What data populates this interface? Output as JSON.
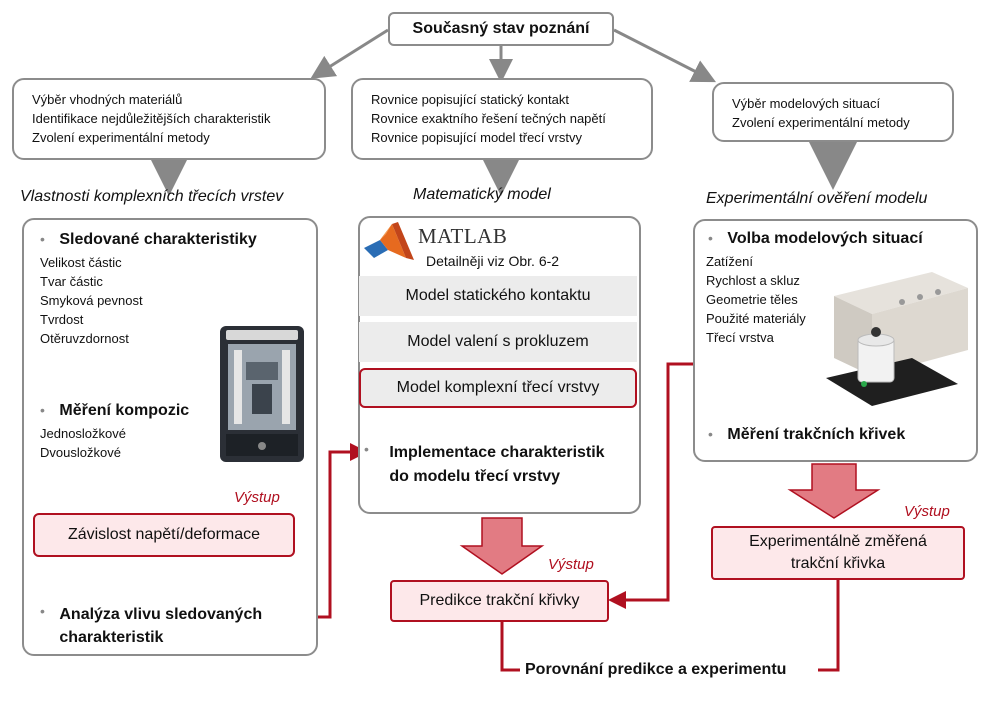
{
  "top": {
    "title": "Současný stav poznání"
  },
  "col1": {
    "topbox": [
      "Výběr vhodných materiálů",
      "Identifikace nejdůležitějších charakteristik",
      "Zvolení experimentální metody"
    ],
    "heading": "Vlastnosti komplexních třecích vrstev",
    "section1_title": "Sledované charakteristiky",
    "section1_items": [
      "Velikost částic",
      "Tvar částic",
      "Smyková pevnost",
      "Tvrdost",
      "Otěruvzdornost"
    ],
    "section2_title": "Měření kompozic",
    "section2_items": [
      "Jednosložkové",
      "Dvousložkové"
    ],
    "output_label": "Výstup",
    "output_box": "Závislost napětí/deformace",
    "analysis": [
      "Analýza vlivu sledovaných",
      "charakteristik"
    ]
  },
  "col2": {
    "topbox": [
      "Rovnice popisující statický kontakt",
      "Rovnice exaktního řešení tečných napětí",
      "Rovnice popisující model třecí vrstvy"
    ],
    "heading": "Matematický model",
    "matlab": "MATLAB",
    "detail": "Detailněji viz Obr. 6-2",
    "models": [
      "Model statického kontaktu",
      "Model valení s prokluzem",
      "Model komplexní třecí vrstvy"
    ],
    "implementation": [
      "Implementace charakteristik",
      "do modelu třecí vrstvy"
    ],
    "output_label": "Výstup",
    "output_box": "Predikce trakční křivky"
  },
  "col3": {
    "topbox": [
      "Výběr modelových situací",
      "Zvolení experimentální metody"
    ],
    "heading": "Experimentální ověření modelu",
    "section1_title": "Volba modelových situací",
    "section1_items": [
      "Zatížení",
      "Rychlost a skluz",
      "Geometrie těles",
      "Použité materiály",
      "Třecí vrstva"
    ],
    "section2_title": "Měření trakčních křivek",
    "output_label": "Výstup",
    "output_box": [
      "Experimentálně změřená",
      "trakční křivka"
    ]
  },
  "bottom": {
    "comparison": "Porovnání predikce a experimentu"
  },
  "colors": {
    "red": "#b01020",
    "pink": "#fde8ea",
    "arrow_fill": "#e27b83",
    "gray_arrow": "#888888"
  }
}
